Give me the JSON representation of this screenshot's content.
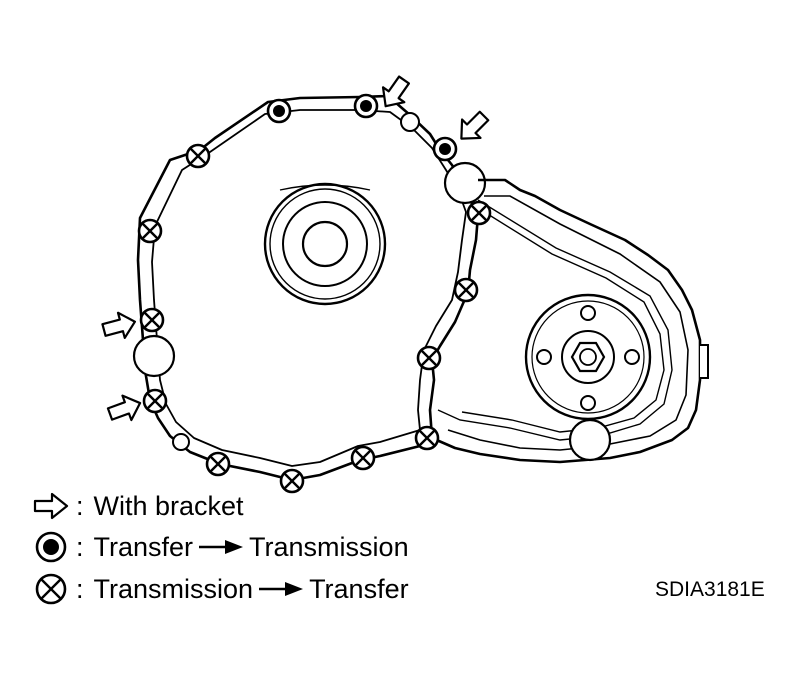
{
  "legend": {
    "bracket": {
      "label": "With bracket"
    },
    "solid": {
      "from": "Transfer",
      "to": "Transmission"
    },
    "cross": {
      "from": "Transmission",
      "to": "Transfer"
    },
    "colon": ":"
  },
  "reference_code": "SDIA3181E",
  "icons": {
    "bracket": "hollow-arrow-icon",
    "solid": "filled-dot-circle-icon",
    "cross": "crossed-circle-icon",
    "direction": "direction-arrow-icon"
  }
}
